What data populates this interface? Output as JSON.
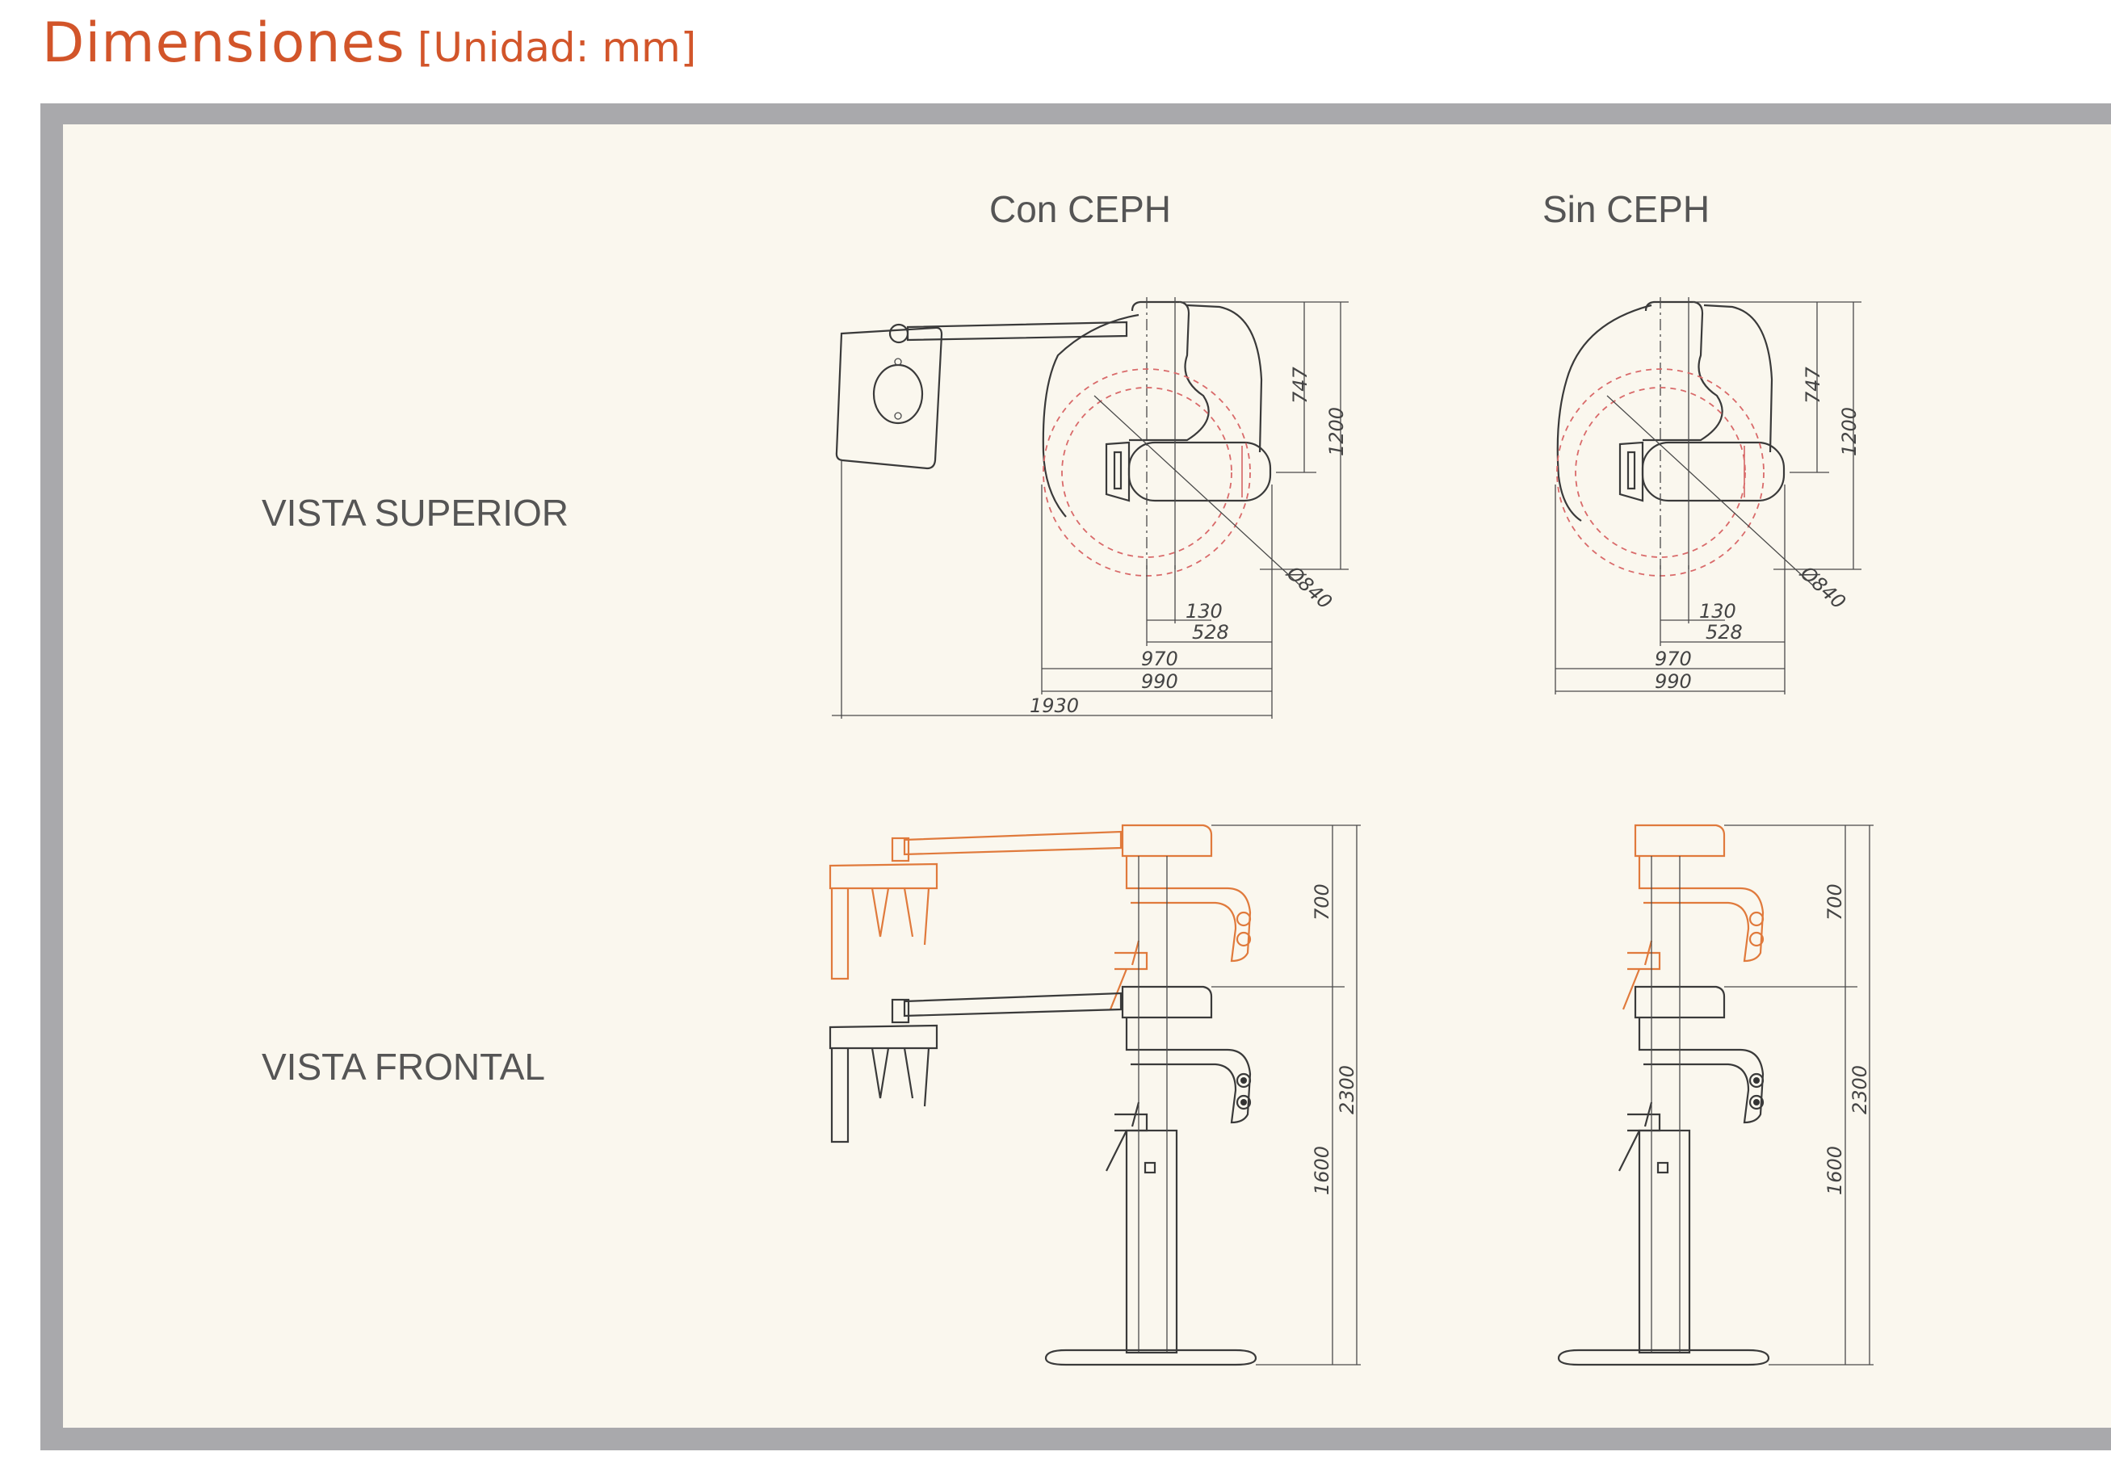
{
  "header": {
    "title": "Dimensiones",
    "unit": "[Unidad: mm]"
  },
  "columns": {
    "with_ceph": "Con CEPH",
    "without_ceph": "Sin CEPH"
  },
  "rows": {
    "top_view": "VISTA SUPERIOR",
    "front_view": "VISTA FRONTAL"
  },
  "colors": {
    "title": "#d2552a",
    "frame": "#a9a9ac",
    "panel": "#faf7ee",
    "line": "#3a3a3a",
    "raised_position": "#e07a3c",
    "rotation_circle": "#d96a6a"
  },
  "top_view_dimensions": {
    "height_partial": "747",
    "height_total": "1200",
    "rotation_diameter": "Ø840",
    "offset_small": "130",
    "offset_medium": "528",
    "width_unit": "970",
    "width_total": "990",
    "width_with_ceph": "1930"
  },
  "front_view_dimensions": {
    "travel": "700",
    "height_max": "2300",
    "height_min": "1600"
  }
}
